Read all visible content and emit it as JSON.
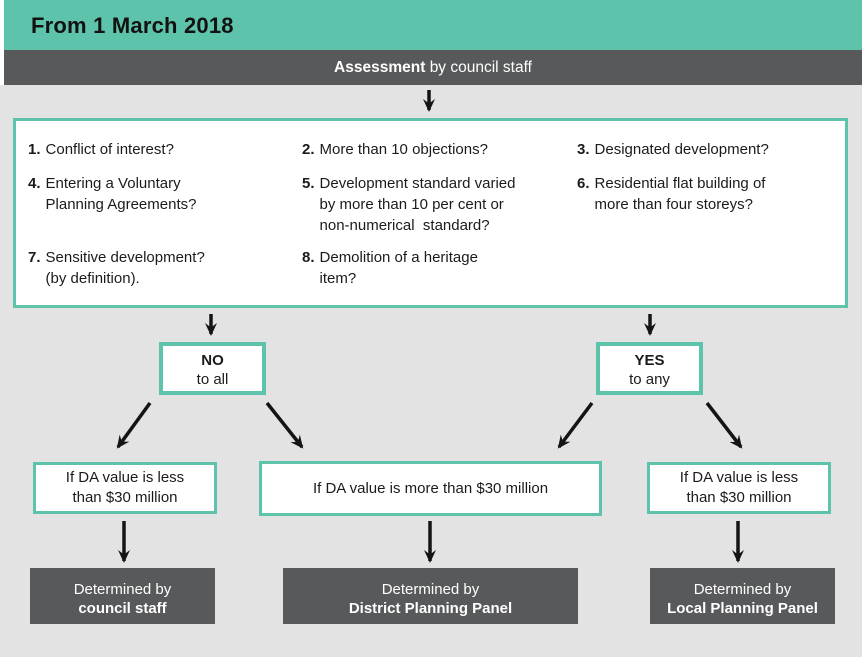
{
  "theme": {
    "teal": "#5ec3ab",
    "dark": "#58595b",
    "bg": "#e3e3e4",
    "text": "#1b1b1b",
    "arrow": "#141414"
  },
  "header": {
    "title": "From 1 March 2018"
  },
  "assessment": {
    "bold_label": "Assessment",
    "rest_label": "by council staff"
  },
  "questions": {
    "items": [
      {
        "num": "1.",
        "text": "Conflict of interest?"
      },
      {
        "num": "2.",
        "text": "More than 10 objections?"
      },
      {
        "num": "3.",
        "text": "Designated development?"
      },
      {
        "num": "4.",
        "text": "Entering a Voluntary\nPlanning Agreements?"
      },
      {
        "num": "5.",
        "text": "Development standard varied\nby more than 10 per cent or\nnon-numerical  standard?"
      },
      {
        "num": "6.",
        "text": "Residential flat building of\nmore than four storeys?"
      },
      {
        "num": "7.",
        "text": "Sensitive development?\n(by definition)."
      },
      {
        "num": "8.",
        "text": "Demolition of a heritage\nitem?"
      }
    ]
  },
  "decisions": {
    "no": {
      "label": "NO",
      "sublabel": "to all"
    },
    "yes": {
      "label": "YES",
      "sublabel": "to any"
    }
  },
  "conditions": [
    {
      "text": "If DA value is less\nthan $30 million"
    },
    {
      "text": "If DA value is more than $30 million"
    },
    {
      "text": "If DA value is less\nthan $30 million"
    }
  ],
  "outcomes": [
    {
      "prefix": "Determined by",
      "authority": "council staff"
    },
    {
      "prefix": "Determined by",
      "authority": "District Planning Panel"
    },
    {
      "prefix": "Determined by",
      "authority": "Local Planning Panel"
    }
  ]
}
